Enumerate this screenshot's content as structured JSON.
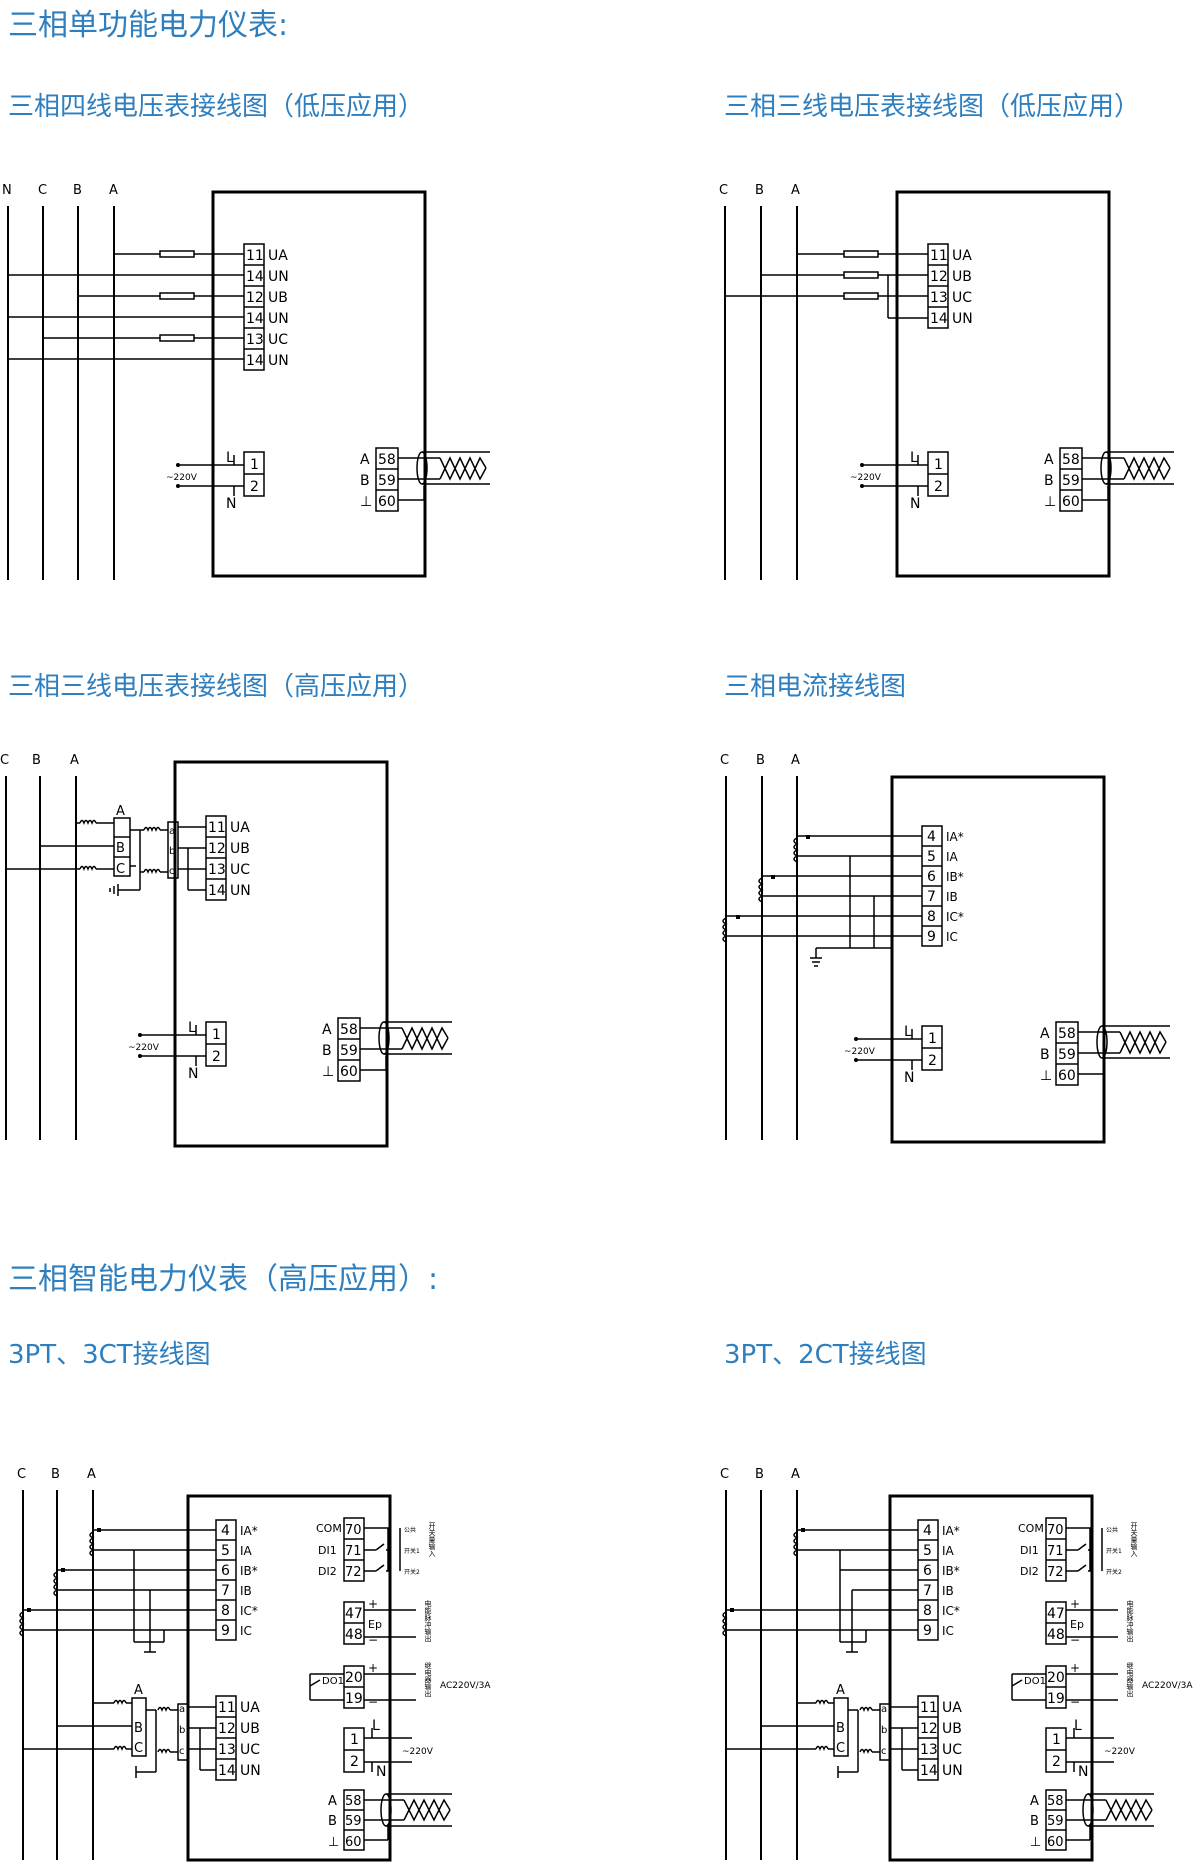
{
  "page": {
    "title_single": "三相单功能电力仪表:",
    "title_smart": "三相智能电力仪表（高压应用）:"
  },
  "diagrams": {
    "d1": {
      "title": "三相四线电压表接线图（低压应用）",
      "bus": [
        "N",
        "C",
        "B",
        "A"
      ],
      "terms": [
        {
          "n": "11",
          "l": "UA"
        },
        {
          "n": "14",
          "l": "UN"
        },
        {
          "n": "12",
          "l": "UB"
        },
        {
          "n": "14",
          "l": "UN"
        },
        {
          "n": "13",
          "l": "UC"
        },
        {
          "n": "14",
          "l": "UN"
        }
      ]
    },
    "d2": {
      "title": "三相三线电压表接线图（低压应用）",
      "bus": [
        "C",
        "B",
        "A"
      ],
      "terms": [
        {
          "n": "11",
          "l": "UA"
        },
        {
          "n": "12",
          "l": "UB"
        },
        {
          "n": "13",
          "l": "UC"
        },
        {
          "n": "14",
          "l": "UN"
        }
      ]
    },
    "d3": {
      "title": "三相三线电压表接线图（高压应用）",
      "bus": [
        "C",
        "B",
        "A"
      ],
      "pt": [
        "A",
        "B",
        "C"
      ],
      "pt_sec": [
        "a",
        "b",
        "c"
      ],
      "terms": [
        {
          "n": "11",
          "l": "UA"
        },
        {
          "n": "12",
          "l": "UB"
        },
        {
          "n": "13",
          "l": "UC"
        },
        {
          "n": "14",
          "l": "UN"
        }
      ]
    },
    "d4": {
      "title": "三相电流接线图",
      "bus": [
        "C",
        "B",
        "A"
      ],
      "terms": [
        {
          "n": "4",
          "l": "IA*"
        },
        {
          "n": "5",
          "l": "IA"
        },
        {
          "n": "6",
          "l": "IB*"
        },
        {
          "n": "7",
          "l": "IB"
        },
        {
          "n": "8",
          "l": "IC*"
        },
        {
          "n": "9",
          "l": "IC"
        }
      ]
    },
    "d5": {
      "title": "3PT、3CT接线图",
      "bus": [
        "C",
        "B",
        "A"
      ]
    },
    "d6": {
      "title": "3PT、2CT接线图",
      "bus": [
        "C",
        "B",
        "A"
      ]
    }
  },
  "common": {
    "power": {
      "label": "~220V",
      "L": "L",
      "N": "N",
      "t1": "1",
      "t2": "2"
    },
    "comm": {
      "A": "A",
      "B": "B",
      "G": "⊥",
      "t58": "58",
      "t59": "59",
      "t60": "60"
    },
    "smart": {
      "di": [
        {
          "name": "COM",
          "n": "70"
        },
        {
          "name": "DI1",
          "n": "71"
        },
        {
          "name": "DI2",
          "n": "72"
        }
      ],
      "di_side": [
        "公共",
        "开关1",
        "开关2"
      ],
      "di_caption": "开关量输入",
      "ep": {
        "n1": "47",
        "n2": "48",
        "tag": "Ep",
        "plus": "+",
        "minus": "−"
      },
      "ep_caption": "电能脉冲输出",
      "do": {
        "name": "DO1",
        "n1": "20",
        "n2": "19",
        "plus": "+",
        "minus": "−"
      },
      "do_caption": "继电器输出",
      "do_rating": "AC220V/3A",
      "aux": "~220V"
    }
  }
}
